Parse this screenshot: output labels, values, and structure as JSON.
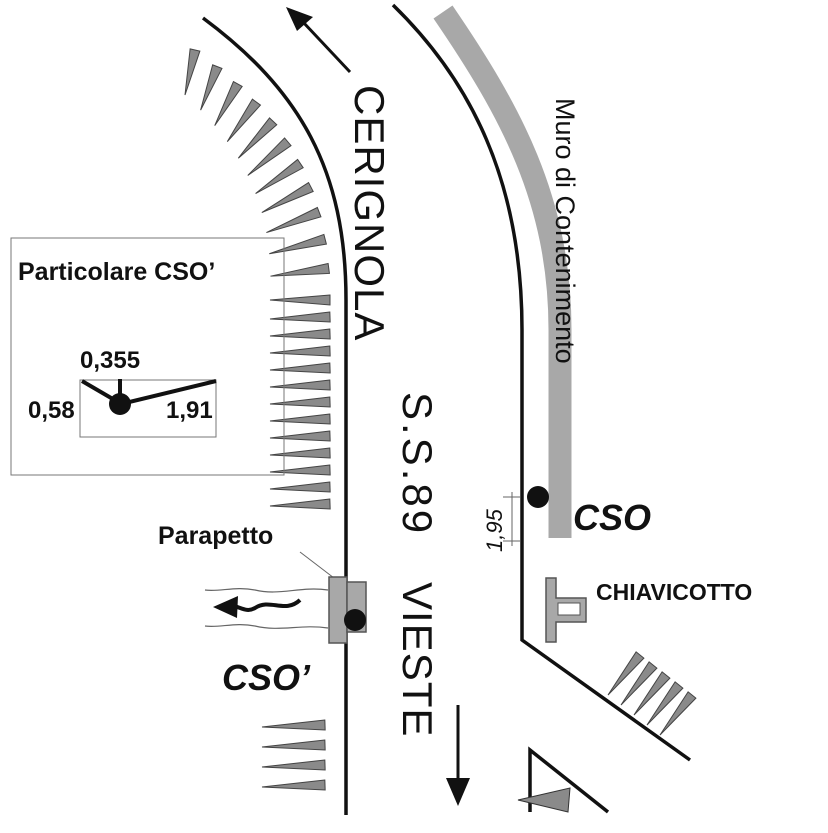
{
  "road": {
    "direction_north": "CERIGNOLA",
    "route": "S.S.89",
    "direction_south": "VIESTE"
  },
  "labels": {
    "retaining_wall": "Muro di Contenimento",
    "parapet": "Parapetto",
    "culvert": "CHIAVICOTTO",
    "cso": "CSO",
    "cso_prime": "CSO’",
    "cso_offset": "1,95"
  },
  "detail": {
    "title": "Particolare CSO’",
    "dim_top": "0,355",
    "dim_left": "0,58",
    "dim_right": "1,91"
  },
  "colors": {
    "line": "#111111",
    "structure_fill": "#a8a8a8",
    "hatch_fill": "#8a8a8a",
    "point": "#111111"
  }
}
